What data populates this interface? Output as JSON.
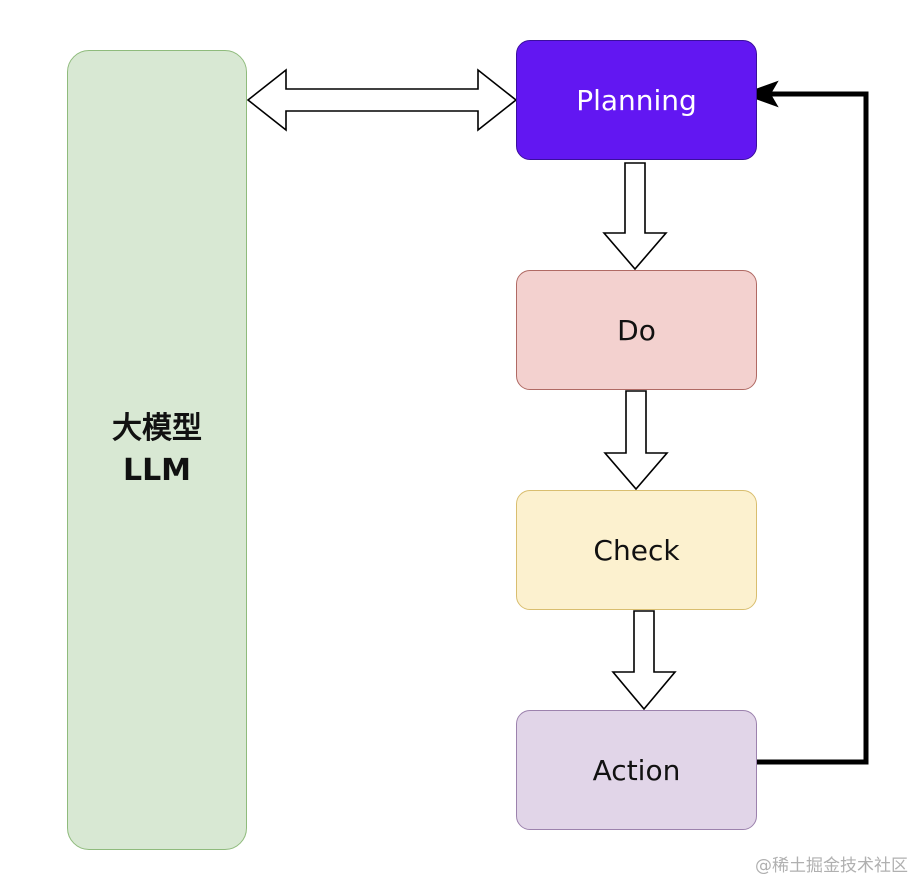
{
  "nodes": {
    "llm": {
      "line1": "大模型",
      "line2": "LLM",
      "fill": "#d8e8d3",
      "stroke": "#8fbb7c"
    },
    "planning": {
      "label": "Planning",
      "fill": "#6217f2",
      "stroke": "#3b0f9e",
      "text_color": "#ffffff"
    },
    "do": {
      "label": "Do",
      "fill": "#f3d1cf",
      "stroke": "#b06a64",
      "text_color": "#111111"
    },
    "check": {
      "label": "Check",
      "fill": "#fcf1cf",
      "stroke": "#d9be6f",
      "text_color": "#111111"
    },
    "action": {
      "label": "Action",
      "fill": "#e1d5e8",
      "stroke": "#9c82ad",
      "text_color": "#111111"
    }
  },
  "edges": [
    {
      "from": "llm",
      "to": "planning",
      "style": "hollow-double-arrow"
    },
    {
      "from": "planning",
      "to": "do",
      "style": "hollow-arrow"
    },
    {
      "from": "do",
      "to": "check",
      "style": "hollow-arrow"
    },
    {
      "from": "check",
      "to": "action",
      "style": "hollow-arrow"
    },
    {
      "from": "action",
      "to": "planning",
      "style": "solid-feedback-arrow"
    }
  ],
  "colors": {
    "arrow_stroke": "#000000",
    "arrow_fill": "#ffffff"
  },
  "watermark": "@稀土掘金技术社区"
}
